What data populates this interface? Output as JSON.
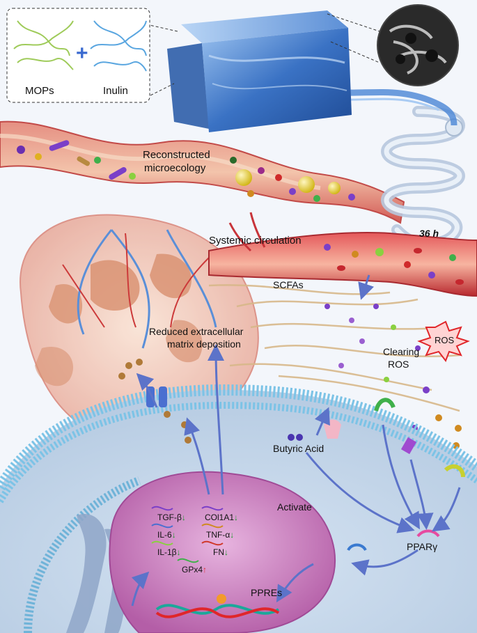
{
  "inset": {
    "mops": "MOPs",
    "plus": "+",
    "inulin": "Inulin"
  },
  "labels": {
    "reconstructed": "Reconstructed",
    "microecology": "microecology",
    "time": "36 h",
    "systemic": "Systemic circulation",
    "scfas": "SCFAs",
    "reduced_1": "Reduced extracellular",
    "reduced_2": "matrix deposition",
    "ros": "ROS",
    "clearing_1": "Clearing",
    "clearing_2": "ROS",
    "butyric": "Butyric Acid",
    "activate": "Activate",
    "ppar": "PPARγ",
    "ppres": "PPREs"
  },
  "genes": [
    {
      "name": "TGF-β",
      "arrow": "↓",
      "dir": "down"
    },
    {
      "name": "COl1A1",
      "arrow": "↓",
      "dir": "down"
    },
    {
      "name": "IL-6",
      "arrow": "↓",
      "dir": "down"
    },
    {
      "name": "TNF-α",
      "arrow": "↓",
      "dir": "down"
    },
    {
      "name": "IL-1β",
      "arrow": "↓",
      "dir": "down"
    },
    {
      "name": "FN",
      "arrow": "↓",
      "dir": "down"
    },
    {
      "name": "GPx4",
      "arrow": "↑",
      "dir": "up"
    }
  ],
  "colors": {
    "hydrogel": "#3e78c8",
    "intestine": "#d9675f",
    "vessel": "#c7343a",
    "membrane": "#7cc3e6",
    "nucleus": "#c66ab8",
    "arrow": "#5c73c9",
    "down_arrow": "#1a9a2a",
    "up_arrow": "#e0262a"
  }
}
